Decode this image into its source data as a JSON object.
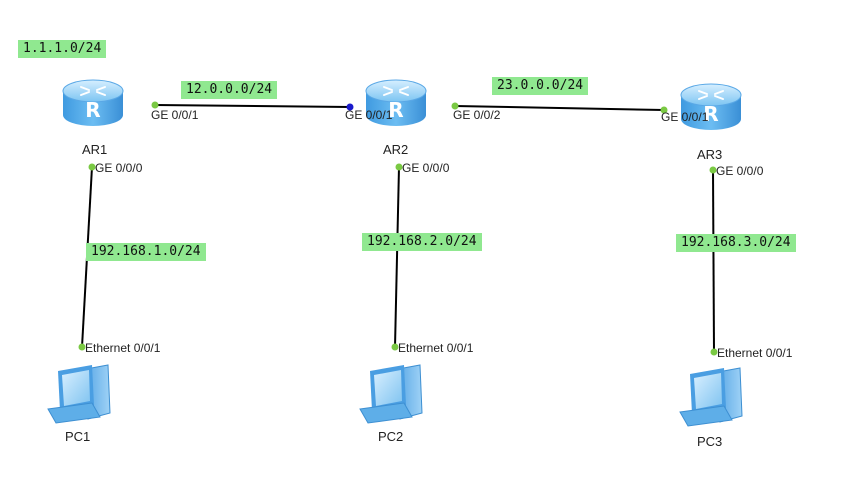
{
  "networks": {
    "lan_ar1": "1.1.1.0/24",
    "link_ar1_ar2": "12.0.0.0/24",
    "link_ar2_ar3": "23.0.0.0/24",
    "lan_pc1": "192.168.1.0/24",
    "lan_pc2": "192.168.2.0/24",
    "lan_pc3": "192.168.3.0/24"
  },
  "devices": {
    "ar1": "AR1",
    "ar2": "AR2",
    "ar3": "AR3",
    "pc1": "PC1",
    "pc2": "PC2",
    "pc3": "PC3"
  },
  "ports": {
    "ar1_ge001": "GE 0/0/1",
    "ar1_ge000": "GE 0/0/0",
    "ar2_ge001": "GE 0/0/1",
    "ar2_ge002": "GE 0/0/2",
    "ar2_ge000": "GE 0/0/0",
    "ar3_ge001": "GE 0/0/1",
    "ar3_ge000": "GE 0/0/0",
    "pc1_eth": "Ethernet 0/0/1",
    "pc2_eth": "Ethernet 0/0/1",
    "pc3_eth": "Ethernet 0/0/1"
  },
  "colors": {
    "label_bg": "#90e890",
    "port_dot": "#7ac943",
    "active_dot": "#1a1acc",
    "router_body": "#4aa8e8",
    "pc_body": "#6fb8ee"
  },
  "icons": {
    "router": "router-icon",
    "pc": "pc-icon"
  }
}
